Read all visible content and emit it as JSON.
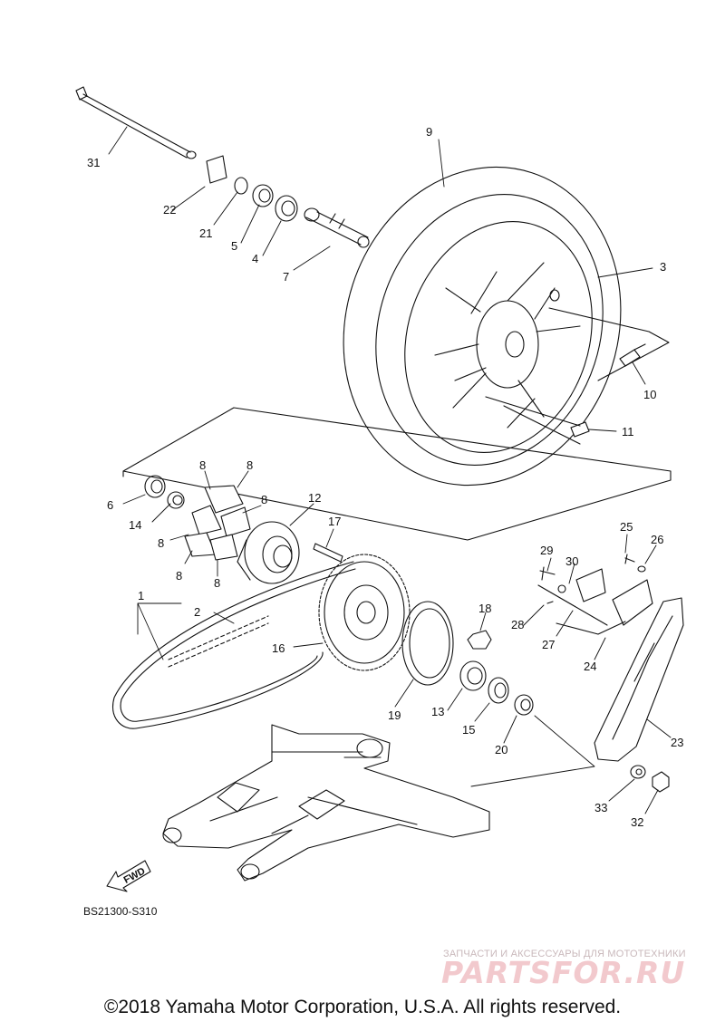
{
  "diagram": {
    "code": "BS21300-S310",
    "direction_label": "FWD",
    "callouts": {
      "c1": "1",
      "c2": "2",
      "c3": "3",
      "c4": "4",
      "c5": "5",
      "c6": "6",
      "c7": "7",
      "c8a": "8",
      "c8b": "8",
      "c8c": "8",
      "c8d": "8",
      "c8e": "8",
      "c8f": "8",
      "c9": "9",
      "c10": "10",
      "c11": "11",
      "c12": "12",
      "c13": "13",
      "c14": "14",
      "c15": "15",
      "c16": "16",
      "c17": "17",
      "c18": "18",
      "c19": "19",
      "c20": "20",
      "c21": "21",
      "c22": "22",
      "c23": "23",
      "c24": "24",
      "c25": "25",
      "c26": "26",
      "c27": "27",
      "c28": "28",
      "c29": "29",
      "c30": "30",
      "c31": "31",
      "c32": "32",
      "c33": "33"
    }
  },
  "watermark": {
    "tagline": "ЗАПЧАСТИ И АКСЕССУАРЫ ДЛЯ МОТОТЕХНИКИ",
    "logo": "PARTSFOR.RU"
  },
  "footer": {
    "copyright": "©2018 Yamaha Motor Corporation, U.S.A. All rights reserved."
  },
  "colors": {
    "ink": "#111111",
    "watermark": "#f2c9cd"
  }
}
